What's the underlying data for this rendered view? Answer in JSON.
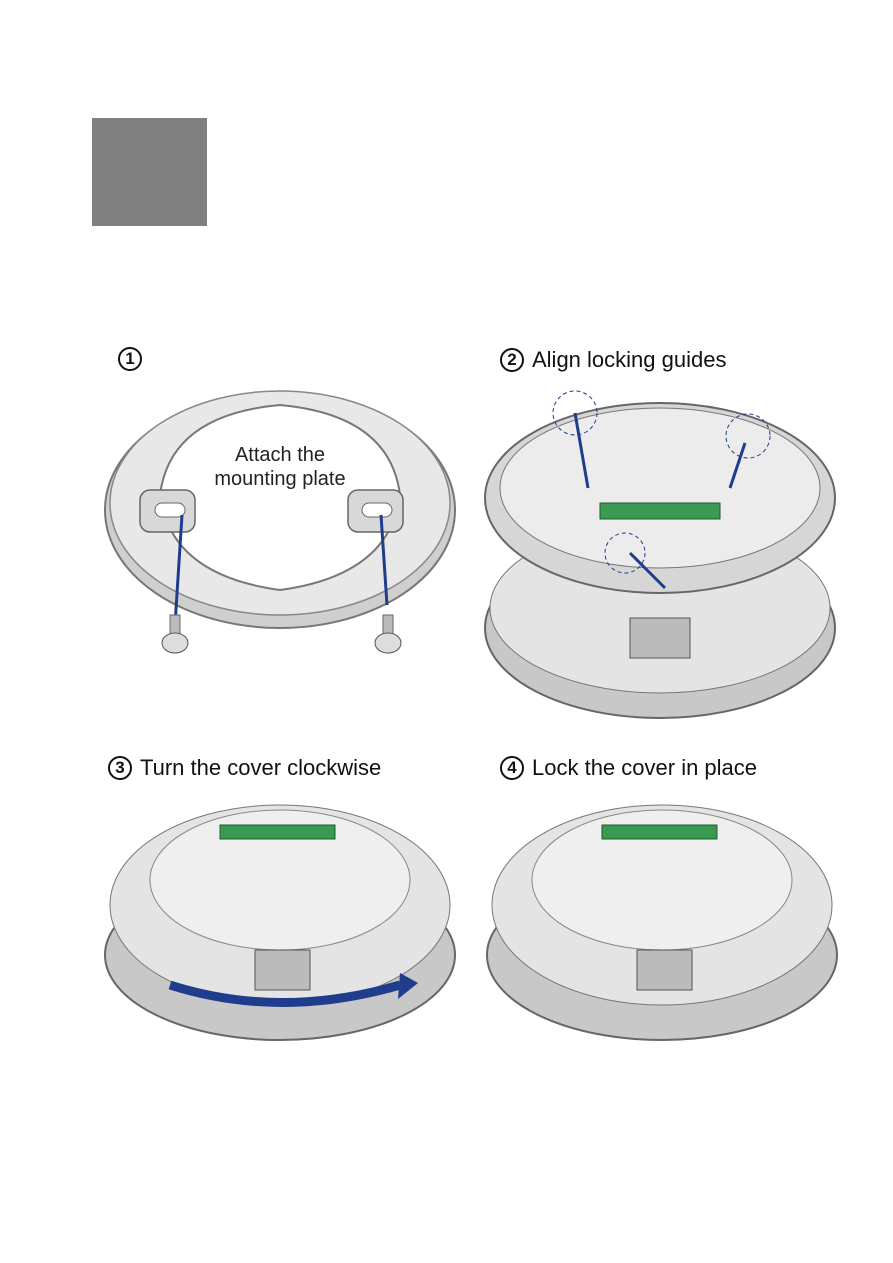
{
  "steps": [
    {
      "number": "1",
      "label": "",
      "annotation": [
        "Attach the",
        "mounting plate"
      ]
    },
    {
      "number": "2",
      "label": "Align locking guides"
    },
    {
      "number": "3",
      "label": "Turn the cover clockwise"
    },
    {
      "number": "4",
      "label": "Lock the cover in place"
    }
  ],
  "colors": {
    "accent_arrow": "#1f3d8c",
    "block": "#808080",
    "plastic": "#e8e8e8",
    "shadow": "#b8b8b8"
  }
}
